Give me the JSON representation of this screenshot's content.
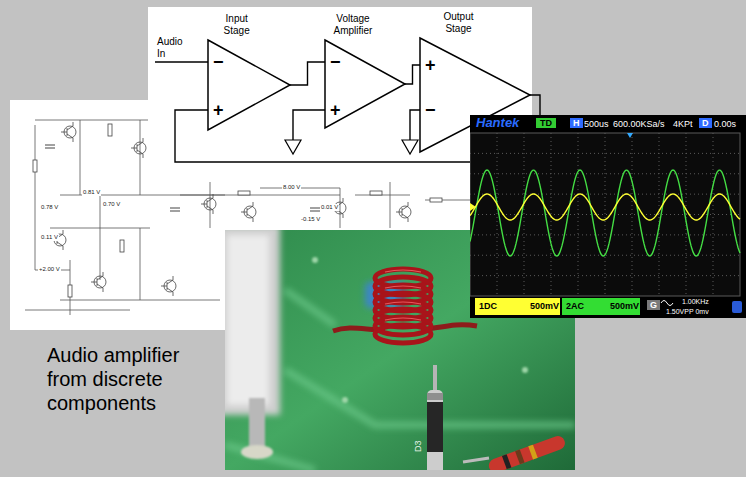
{
  "diagram": {
    "caption": "Audio amplifier from discrete components",
    "nodes": [
      {
        "text": [
          "Input Stage",
          "−",
          "+"
        ]
      },
      {
        "text": [
          "Voltage Amplifier",
          "−",
          "+"
        ]
      },
      {
        "text": [
          "Output Stage",
          "+",
          "−"
        ]
      }
    ],
    "edges": [
      {
        "from": 0,
        "to": 1,
        "arrow": "none"
      },
      {
        "from": 1,
        "to": 2,
        "arrow": "none"
      },
      {
        "from": 2,
        "to": 0,
        "arrow": "none"
      }
    ],
    "labels": [
      "Audio In",
      "0.81 V",
      "0.70 V",
      "0.78 V",
      "0.11 V",
      "+2.00 V",
      "8.00 V",
      "0.01 V",
      "-0.15 V",
      "Hantek",
      "TD",
      "H",
      "500us",
      "600.00KSa/s",
      "4KPt",
      "D",
      "0.00s",
      "1DC",
      "500mV",
      "2AC",
      "500mV",
      "G",
      "1.00KHz",
      "1.50VPP 0mv",
      "D3"
    ]
  }
}
